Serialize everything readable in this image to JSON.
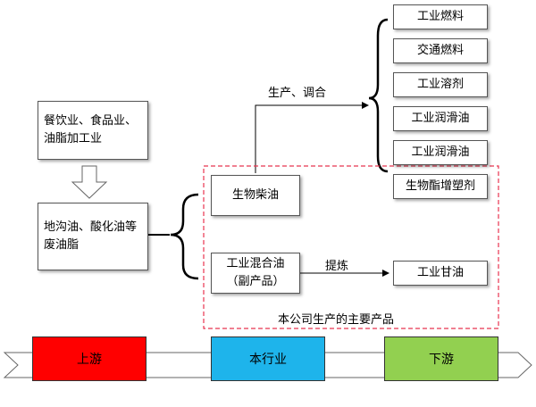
{
  "sources": {
    "catering_label": "餐饮业、食品业、油脂加工业",
    "waste_oil_label": "地沟油、酸化油等废油脂"
  },
  "products": {
    "biodiesel": "生物柴油",
    "mixed_oil_line1": "工业混合油",
    "mixed_oil_line2": "（副产品）",
    "main_products_caption": "本公司生产的主要产品"
  },
  "process": {
    "produce_blend": "生产、调合",
    "refine": "提炼"
  },
  "outputs": {
    "items": [
      "工业燃料",
      "交通燃料",
      "工业溶剂",
      "工业润滑油",
      "工业润滑油",
      "生物酯增塑剂"
    ],
    "glycerin": "工业甘油"
  },
  "value_chain": {
    "stages": [
      {
        "label": "上游",
        "color": "#ff0000"
      },
      {
        "label": "本行业",
        "color": "#1eb4eb"
      },
      {
        "label": "下游",
        "color": "#92d050"
      }
    ]
  },
  "colors": {
    "dashed_border": "#e8344f",
    "line": "#000000"
  }
}
